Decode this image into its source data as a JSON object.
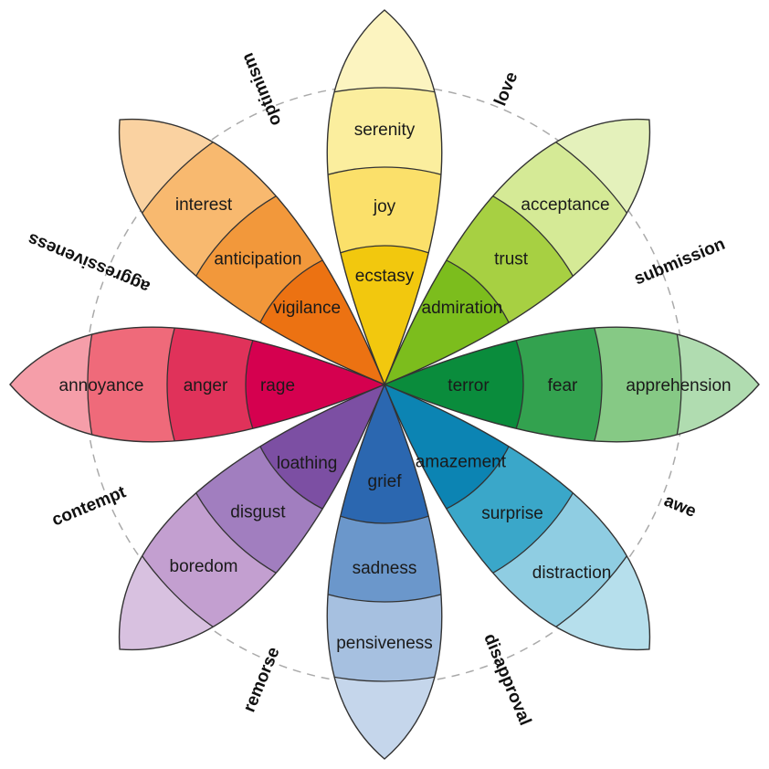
{
  "petals": [
    {
      "key": "joy",
      "colors": [
        "#fbee9e",
        "#fbe06a",
        "#f2c80e"
      ],
      "labels": [
        "serenity",
        "joy",
        "ecstasy"
      ]
    },
    {
      "key": "trust",
      "colors": [
        "#d5ea96",
        "#a7d042",
        "#7cbd1d"
      ],
      "labels": [
        "acceptance",
        "trust",
        "admiration"
      ]
    },
    {
      "key": "fear",
      "colors": [
        "#86c985",
        "#33a24f",
        "#0a8c3c"
      ],
      "labels": [
        "apprehension",
        "fear",
        "terror"
      ]
    },
    {
      "key": "surprise",
      "colors": [
        "#8fcde2",
        "#3aa7c9",
        "#0c84b3"
      ],
      "labels": [
        "distraction",
        "surprise",
        "amazement"
      ]
    },
    {
      "key": "sadness",
      "colors": [
        "#a6c0e0",
        "#6b97cb",
        "#2b67b0"
      ],
      "labels": [
        "pensiveness",
        "sadness",
        "grief"
      ]
    },
    {
      "key": "disgust",
      "colors": [
        "#c39fd0",
        "#a17ebf",
        "#7c4fa3"
      ],
      "labels": [
        "boredom",
        "disgust",
        "loathing"
      ]
    },
    {
      "key": "anger",
      "colors": [
        "#ef6a7a",
        "#e0325a",
        "#d5004f"
      ],
      "labels": [
        "annoyance",
        "anger",
        "rage"
      ]
    },
    {
      "key": "anticipation",
      "colors": [
        "#f8b96f",
        "#f2983b",
        "#ec7212"
      ],
      "labels": [
        "interest",
        "anticipation",
        "vigilance"
      ]
    }
  ],
  "dyads": [
    {
      "label": "love"
    },
    {
      "label": "submission"
    },
    {
      "label": "awe"
    },
    {
      "label": "disapproval"
    },
    {
      "label": "remorse"
    },
    {
      "label": "contempt"
    },
    {
      "label": "aggressiveness"
    },
    {
      "label": "optimism"
    }
  ]
}
